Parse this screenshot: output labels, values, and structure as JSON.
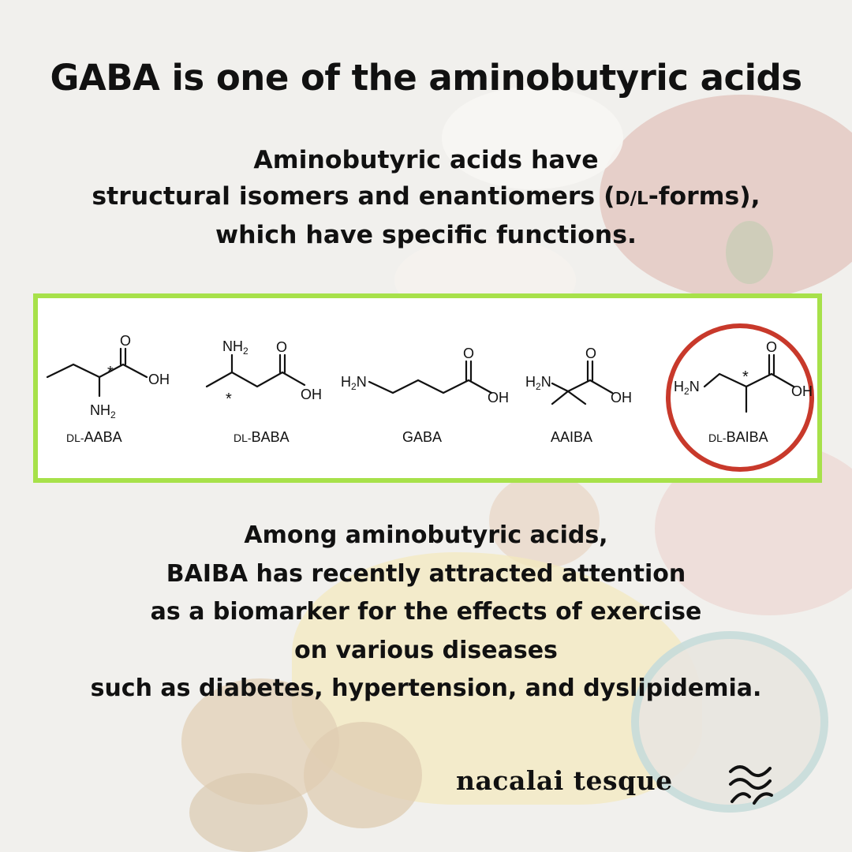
{
  "title": "GABA is one of the aminobutyric acids",
  "intro": {
    "line1": "Aminobutyric acids have",
    "line2_pre": "structural isomers and enantiomers (",
    "line2_sc": "D/L",
    "line2_post": "-forms),",
    "line3": "which have specific functions."
  },
  "structures": {
    "dl_aaba": {
      "prefix": "DL-",
      "name": "AABA",
      "o": "O",
      "oh": "OH",
      "nh2": "NH",
      "sub2": "2",
      "star": "*"
    },
    "dl_baba": {
      "prefix": "DL-",
      "name": "BABA",
      "o": "O",
      "oh": "OH",
      "nh2": "NH",
      "sub2": "2",
      "star": "*"
    },
    "gaba": {
      "name": "GABA",
      "o": "O",
      "oh": "OH",
      "h2n_h": "H",
      "h2n_2": "2",
      "h2n_n": "N"
    },
    "aaiba": {
      "name": "AAIBA",
      "o": "O",
      "oh": "OH",
      "h2n_h": "H",
      "h2n_2": "2",
      "h2n_n": "N"
    },
    "dl_baiba": {
      "prefix": "DL-",
      "name": "BAIBA",
      "o": "O",
      "oh": "OH",
      "h2n_h": "H",
      "h2n_2": "2",
      "h2n_n": "N",
      "star": "*"
    }
  },
  "body": {
    "line1": "Among aminobutyric acids,",
    "line2": "BAIBA has recently attracted attention",
    "line3": "as a biomarker for the effects of exercise",
    "line4": "on various diseases",
    "line5": "such as diabetes, hypertension, and dyslipidemia."
  },
  "brand": {
    "name": "nacalai tesque",
    "logo_icon": "wave-logo-icon"
  },
  "colors": {
    "panel_border": "#a7e14a",
    "highlight_circle": "#c8392b",
    "text": "#111111"
  }
}
